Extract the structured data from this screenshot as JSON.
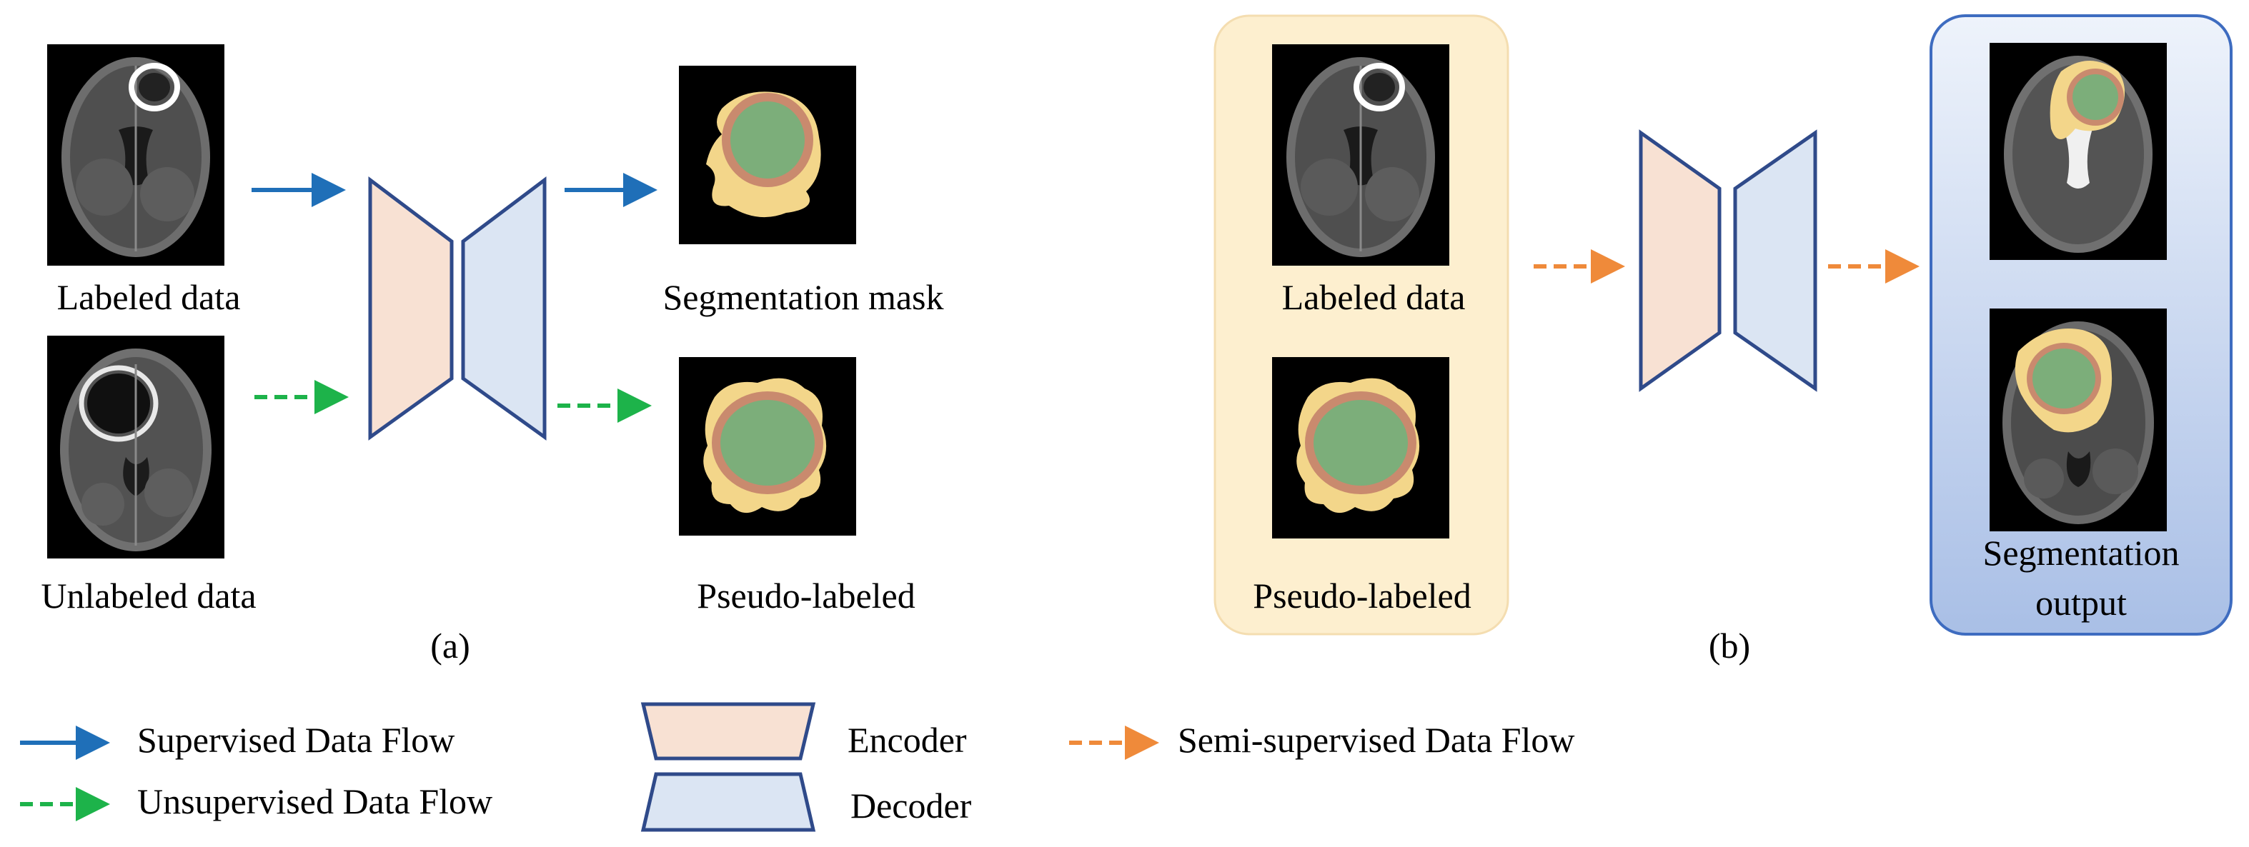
{
  "panel_a": {
    "input_top_label": "Labeled data",
    "input_bottom_label": "Unlabeled data",
    "output_top_label": "Segmentation mask",
    "output_bottom_label": "Pseudo-labeled",
    "caption": "(a)"
  },
  "panel_b": {
    "input_top_label": "Labeled data",
    "input_bottom_label": "Pseudo-labeled",
    "output_label_line1": "Segmentation",
    "output_label_line2": "output",
    "caption": "(b)"
  },
  "legend": {
    "supervised": "Supervised  Data Flow",
    "unsupervised": "Unsupervised Data Flow",
    "encoder": "Encoder",
    "decoder": "Decoder",
    "semi_supervised": "Semi-supervised Data Flow"
  },
  "colors": {
    "supervised_arrow": "#1f6fb8",
    "unsupervised_arrow": "#1db34a",
    "semi_supervised_arrow": "#ef8a3a",
    "encoder_fill": "#f8e1d3",
    "decoder_fill": "#dbe5f3",
    "block_stroke": "#2f4a8a",
    "panel_b_input_bg": "#fdefcf",
    "panel_b_output_bg": "#cfdcf1",
    "mask_edema": "#f3d68a",
    "mask_core": "#c98a6e",
    "mask_enhancing": "#7cae7a"
  }
}
